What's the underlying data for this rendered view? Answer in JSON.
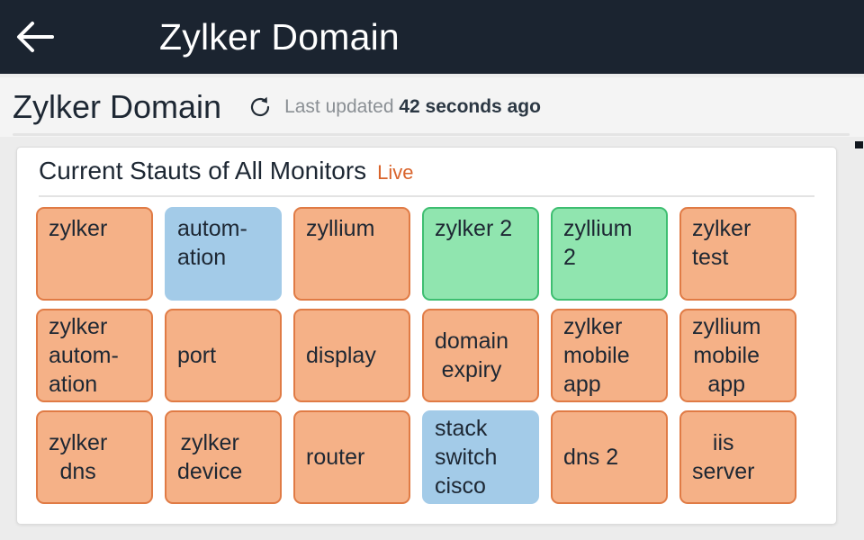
{
  "appbar": {
    "back_icon": "arrow-left-icon",
    "title": "Zylker Domain"
  },
  "subheader": {
    "title": "Zylker Domain",
    "refresh_icon": "refresh-icon",
    "updated_prefix": "Last updated",
    "updated_value": "42 seconds ago"
  },
  "card": {
    "title": "Current Stauts of All Monitors",
    "live_label": "Live"
  },
  "colors": {
    "appbar_bg": "#1b2430",
    "subheader_bg": "#f4f4f4",
    "page_bg": "#ececec",
    "card_bg": "#ffffff",
    "live_accent": "#d9642c",
    "status_down_fill": "#f5b187",
    "status_down_border": "#e07b45",
    "status_up_fill": "#90e5af",
    "status_up_border": "#3ebe71",
    "status_trouble_fill": "#a3cbe8"
  },
  "monitors": {
    "rows": [
      [
        {
          "label": "zylker",
          "status": "down",
          "align": "top",
          "text_align": "left"
        },
        {
          "label": "autom-\nation",
          "status": "trouble",
          "align": "top",
          "text_align": "left"
        },
        {
          "label": "zyllium",
          "status": "down",
          "align": "top",
          "text_align": "left"
        },
        {
          "label": "zylker 2",
          "status": "up",
          "align": "top",
          "text_align": "left"
        },
        {
          "label": "zyllium\n2",
          "status": "up",
          "align": "top",
          "text_align": "left"
        },
        {
          "label": "zylker\ntest",
          "status": "down",
          "align": "top",
          "text_align": "left"
        }
      ],
      [
        {
          "label": "zylker\nautom-\nation",
          "status": "down",
          "align": "center",
          "text_align": "left"
        },
        {
          "label": "port",
          "status": "down",
          "align": "center",
          "text_align": "center"
        },
        {
          "label": "display",
          "status": "down",
          "align": "center",
          "text_align": "center"
        },
        {
          "label": "domain\nexpiry",
          "status": "down",
          "align": "center",
          "text_align": "center"
        },
        {
          "label": "zylker\nmobile\napp",
          "status": "down",
          "align": "center",
          "text_align": "left"
        },
        {
          "label": "zyllium\nmobile\napp",
          "status": "down",
          "align": "center",
          "text_align": "center"
        }
      ],
      [
        {
          "label": "zylker\ndns",
          "status": "down",
          "align": "center",
          "text_align": "center"
        },
        {
          "label": "zylker\ndevice",
          "status": "down",
          "align": "center",
          "text_align": "center"
        },
        {
          "label": "router",
          "status": "down",
          "align": "center",
          "text_align": "center"
        },
        {
          "label": "stack\nswitch\ncisco",
          "status": "trouble",
          "align": "center",
          "text_align": "left"
        },
        {
          "label": "dns 2",
          "status": "down",
          "align": "center",
          "text_align": "center"
        },
        {
          "label": "iis\nserver",
          "status": "down",
          "align": "center",
          "text_align": "center"
        }
      ]
    ]
  }
}
